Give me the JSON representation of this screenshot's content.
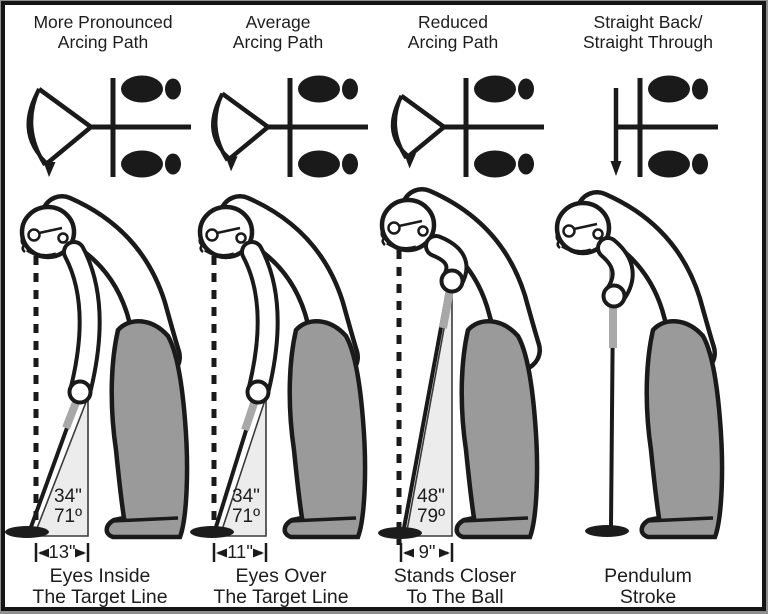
{
  "columns": [
    {
      "title": "More Pronounced\nArcing Path",
      "caption": "Eyes Inside\nThe Target Line",
      "shaft_length": "34\"",
      "lie_angle": "71º",
      "ball_distance": "13\""
    },
    {
      "title": "Average\nArcing Path",
      "caption": "Eyes Over\nThe Target Line",
      "shaft_length": "34\"",
      "lie_angle": "71º",
      "ball_distance": "11\""
    },
    {
      "title": "Reduced\nArcing Path",
      "caption": "Stands Closer\nTo The Ball",
      "shaft_length": "48\"",
      "lie_angle": "79º",
      "ball_distance": "9\""
    },
    {
      "title": "Straight Back/\nStraight Through",
      "caption": "Pendulum\nStroke"
    }
  ],
  "colors": {
    "line": "#1a1a1a",
    "pants": "#9a9a9a",
    "triangle_fill": "#ececec",
    "grip": "#a8a8a8",
    "putter_head": "#1c1c1c",
    "background": "#ffffff",
    "frame_border": "#151515",
    "frame_outer": "#8f8f8f"
  }
}
